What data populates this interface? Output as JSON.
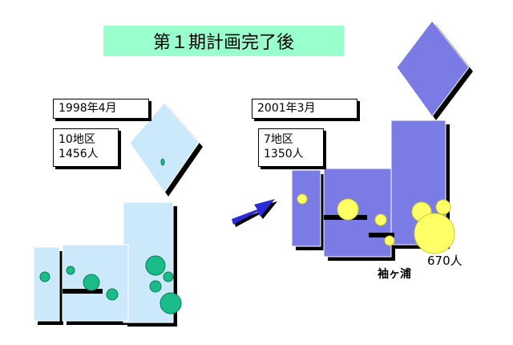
{
  "title": "第１期計画完了後",
  "left": {
    "date": "1998年4月",
    "districts": "10地区",
    "people": "1456人",
    "land_color": "#cce8fb",
    "circle_color": "#1abc8a"
  },
  "right": {
    "date": "2001年3月",
    "districts": "7地区",
    "people": "1350人",
    "land_color": "#7b7be6",
    "circle_color": "#ffff66",
    "callout_place": "袖ヶ浦",
    "callout_people": "670人"
  },
  "arrow_color": "#2a2ad6"
}
